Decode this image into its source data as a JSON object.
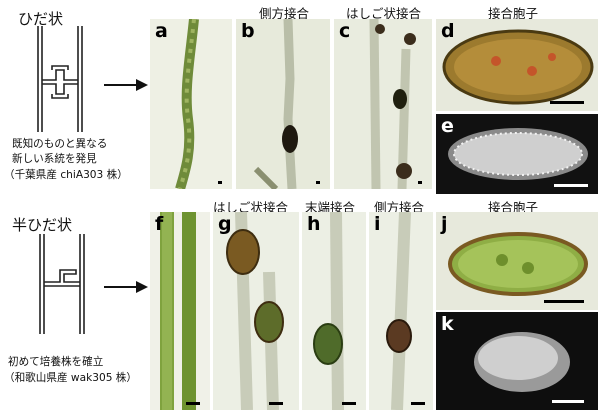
{
  "top_row": {
    "type_label": "ひだ状",
    "description": [
      "既知のものと異なる",
      "新しい系統を発見",
      "（千葉県産 chiA303 株）"
    ],
    "headers": {
      "b": "側方接合",
      "c": "はしご状接合",
      "d": "接合胞子"
    },
    "panels": {
      "a": "a",
      "b": "b",
      "c": "c",
      "d": "d",
      "e": "e"
    }
  },
  "bottom_row": {
    "type_label": "半ひだ状",
    "description": [
      "初めて培養株を確立",
      "（和歌山県産 wak305 株）"
    ],
    "headers": {
      "g": "はしご状接合",
      "h": "末端接合",
      "i": "側方接合",
      "j": "接合胞子"
    },
    "panels": {
      "f": "f",
      "g": "g",
      "h": "h",
      "i": "i",
      "j": "j",
      "k": "k"
    }
  },
  "colors": {
    "light_field": "#e9ecdf",
    "algae_green": "#5f8a2a",
    "spore_brown": "#3d2a12",
    "sem_dark": "#1a1a1a"
  },
  "icons": [
    "arrow-right-icon",
    "septum-schematic-icon"
  ]
}
